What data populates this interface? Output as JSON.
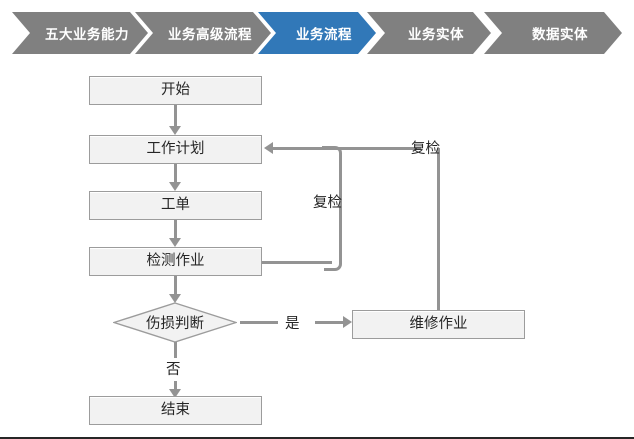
{
  "breadcrumb": {
    "steps": [
      {
        "label": "五大业务能力",
        "active": false
      },
      {
        "label": "业务高级流程",
        "active": false
      },
      {
        "label": "业务流程",
        "active": true
      },
      {
        "label": "业务实体",
        "active": false
      },
      {
        "label": "数据实体",
        "active": false
      }
    ],
    "active_color": "#3178B8",
    "inactive_color": "#808080",
    "text_color": "#FFFFFF"
  },
  "flowchart": {
    "node_fill": "#F2F2F2",
    "node_border": "#9C9C9C",
    "connector_color": "#939393",
    "text_color": "#262626",
    "nodes": {
      "start": "开始",
      "work_plan": "工作计划",
      "work_order": "工单",
      "inspection": "检测作业",
      "damage_decision": "伤损判断",
      "repair": "维修作业",
      "end": "结束"
    },
    "edge_labels": {
      "recheck_inner": "复检",
      "recheck_outer": "复检",
      "yes": "是",
      "no": "否"
    }
  }
}
